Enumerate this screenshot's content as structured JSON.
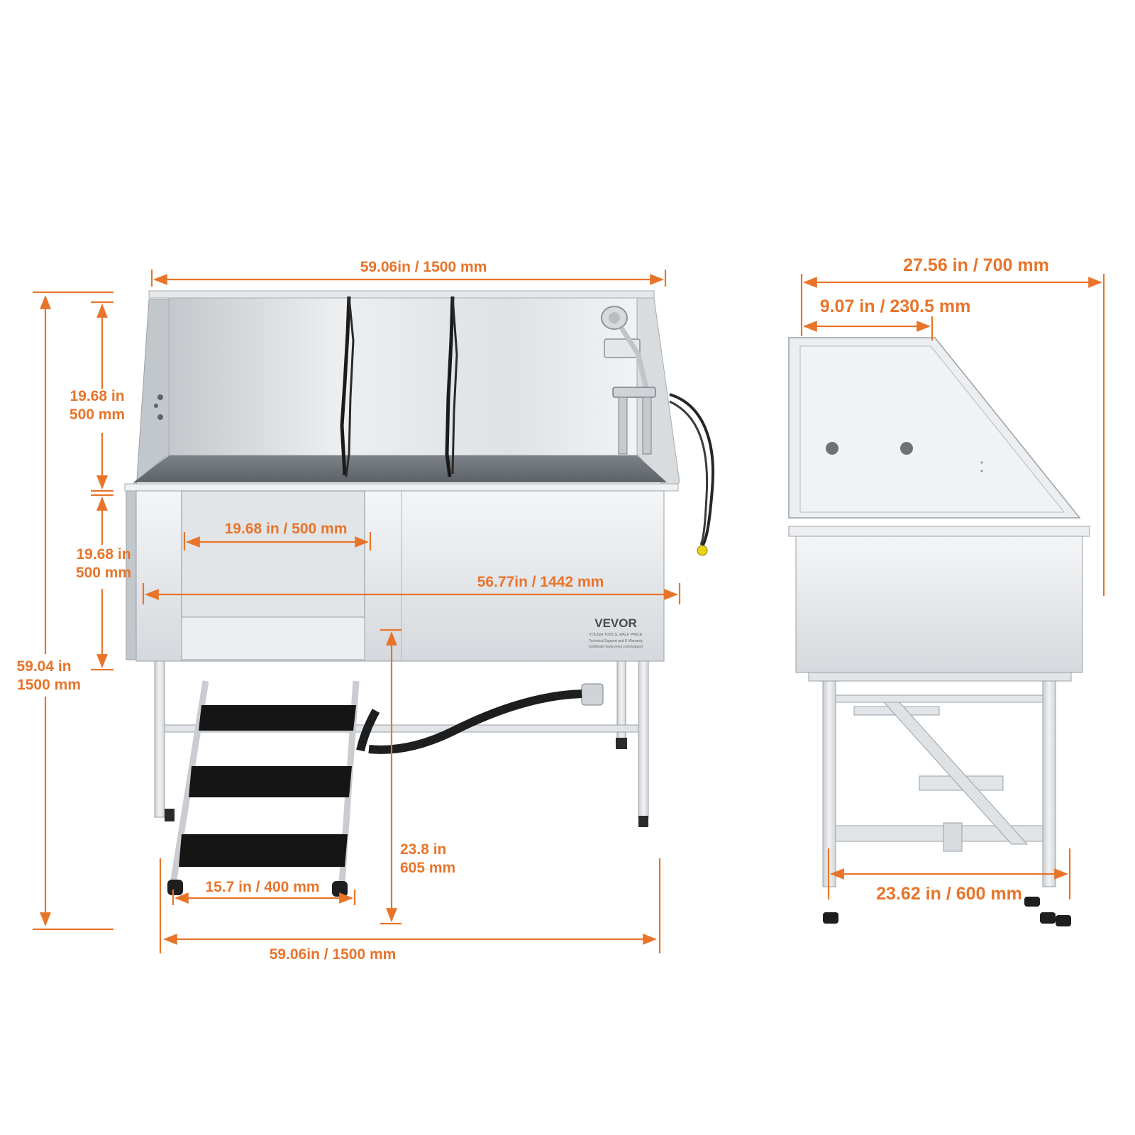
{
  "colors": {
    "accent": "#e8742a",
    "steel_light": "#eef0f2",
    "steel_mid": "#d3d7db",
    "steel_dark": "#9aa0a6",
    "mat": "#151515",
    "hose": "#1e1e1e",
    "fitting": "#e8d21a"
  },
  "brand": {
    "logo": "VEVOR",
    "tagline": "TOUGH TOOLS, HALF PRICE",
    "support_line1": "Technical Support and E-Warranty",
    "support_line2": "Certificate www.vevor.com/support"
  },
  "front_view": {
    "overall_width_top": "59.06in / 1500 mm",
    "overall_height_line1": "59.04 in",
    "overall_height_line2": "1500 mm",
    "backsplash_height_line1": "19.68 in",
    "backsplash_height_line2": "500 mm",
    "tub_depth_line1": "19.68 in",
    "tub_depth_line2": "500 mm",
    "door_width": "19.68 in / 500 mm",
    "inner_length": "56.77in / 1442 mm",
    "floor_clearance_line1": "23.8 in",
    "floor_clearance_line2": "605 mm",
    "ramp_width": "15.7 in / 400 mm",
    "overall_width_bottom": "59.06in / 1500 mm"
  },
  "side_view": {
    "overall_depth": "27.56 in / 700 mm",
    "backsplash_depth": "9.07 in / 230.5 mm",
    "frame_depth": "23.62 in / 600 mm"
  }
}
